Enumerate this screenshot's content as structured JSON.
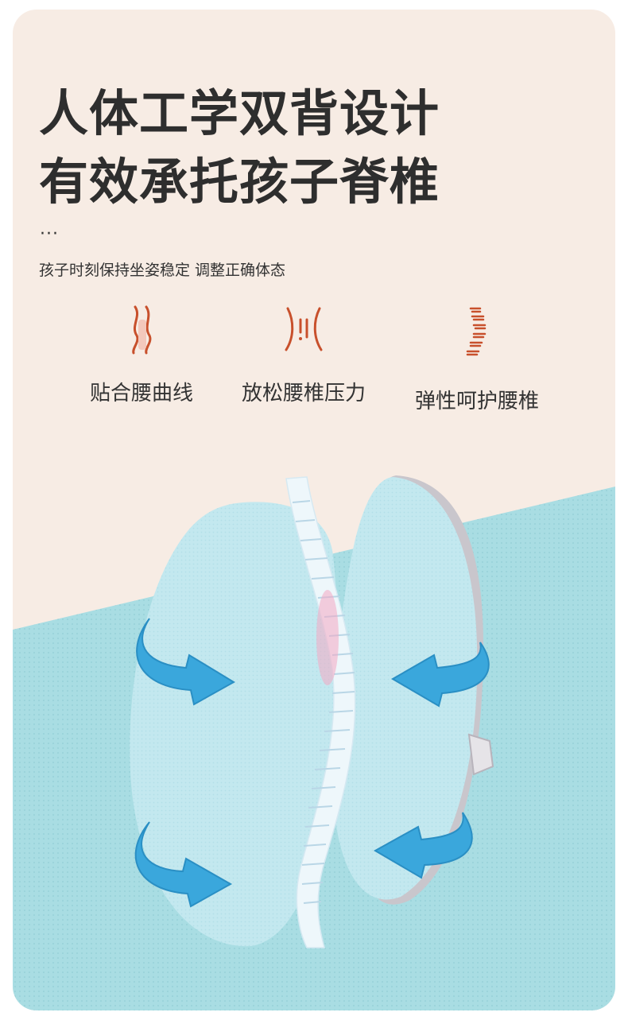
{
  "headline": {
    "line1": "人体工学双背设计",
    "line2": "有效承托孩子脊椎"
  },
  "dots": "···",
  "subtitle": "孩子时刻保持坐姿稳定 调整正确体态",
  "features": [
    {
      "icon": "curve-fit-icon",
      "label": "贴合腰曲线"
    },
    {
      "icon": "pressure-relief-icon",
      "label": "放松腰椎压力"
    },
    {
      "icon": "spine-icon",
      "label": "弹性呵护腰椎"
    }
  ],
  "colors": {
    "background": "#f7ece4",
    "headline": "#2e2e2e",
    "icon_accent": "#c8502c",
    "mat": "#a8dbe0",
    "cushion": "#bfe6ed",
    "arrow": "#3aa7dc"
  }
}
